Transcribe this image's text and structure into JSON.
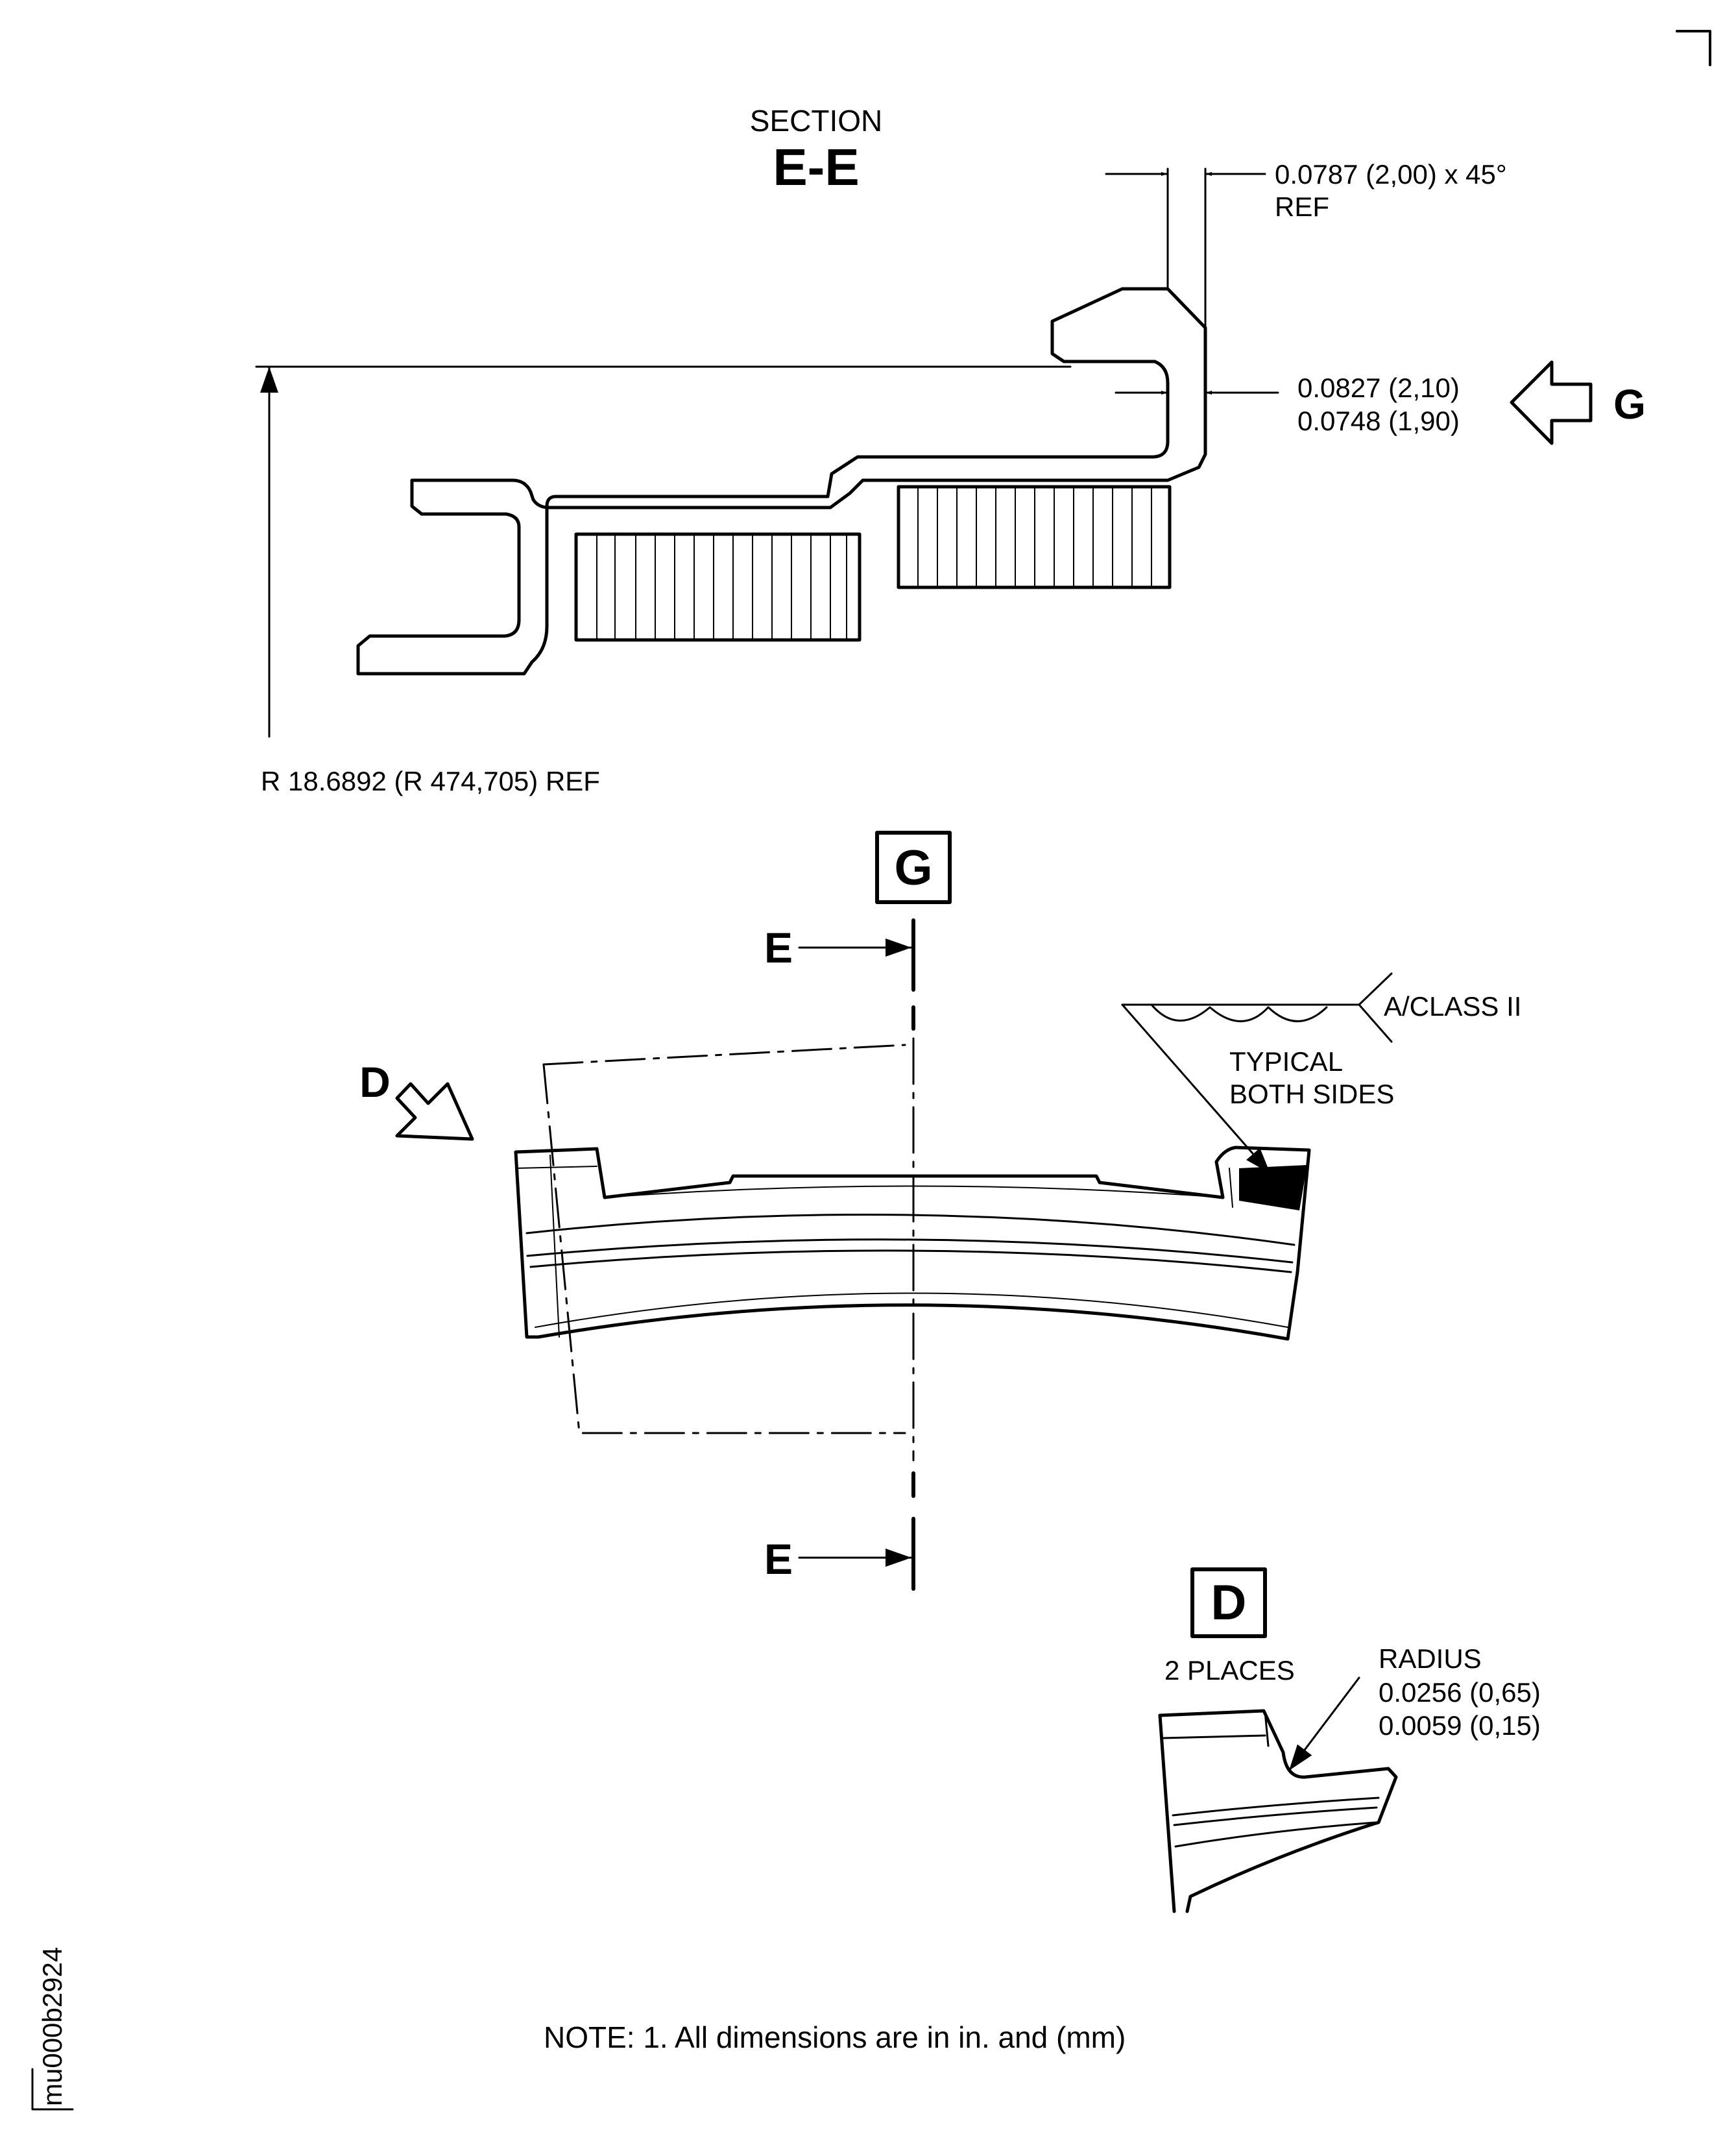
{
  "section": {
    "caption": "SECTION",
    "name": "E-E"
  },
  "dimensions": {
    "chamfer": {
      "line1": "0.0787 (2,00) x 45°",
      "line2": "REF"
    },
    "thickness": {
      "max": "0.0827 (2,10)",
      "min": "0.0748 (1,90)"
    },
    "radius_ref": "R 18.6892 (R 474,705) REF"
  },
  "view_arrow_g": {
    "letter": "G",
    "icon": "hollow-arrow-left-icon"
  },
  "view_g_box": "G",
  "section_marks": {
    "top": "E",
    "bottom": "E"
  },
  "view_arrow_d": {
    "letter": "D",
    "icon": "hollow-arrow-diagonal-icon"
  },
  "finish": {
    "spec": "A/CLASS II",
    "note_line1": "TYPICAL",
    "note_line2": "BOTH SIDES"
  },
  "detail_d": {
    "box": "D",
    "places": "2 PLACES",
    "radius_label": "RADIUS",
    "radius_max": "0.0256 (0,65)",
    "radius_min": "0.0059 (0,15)"
  },
  "note": "NOTE: 1. All dimensions are in in. and (mm)",
  "drawing_id": "mu000b2924"
}
